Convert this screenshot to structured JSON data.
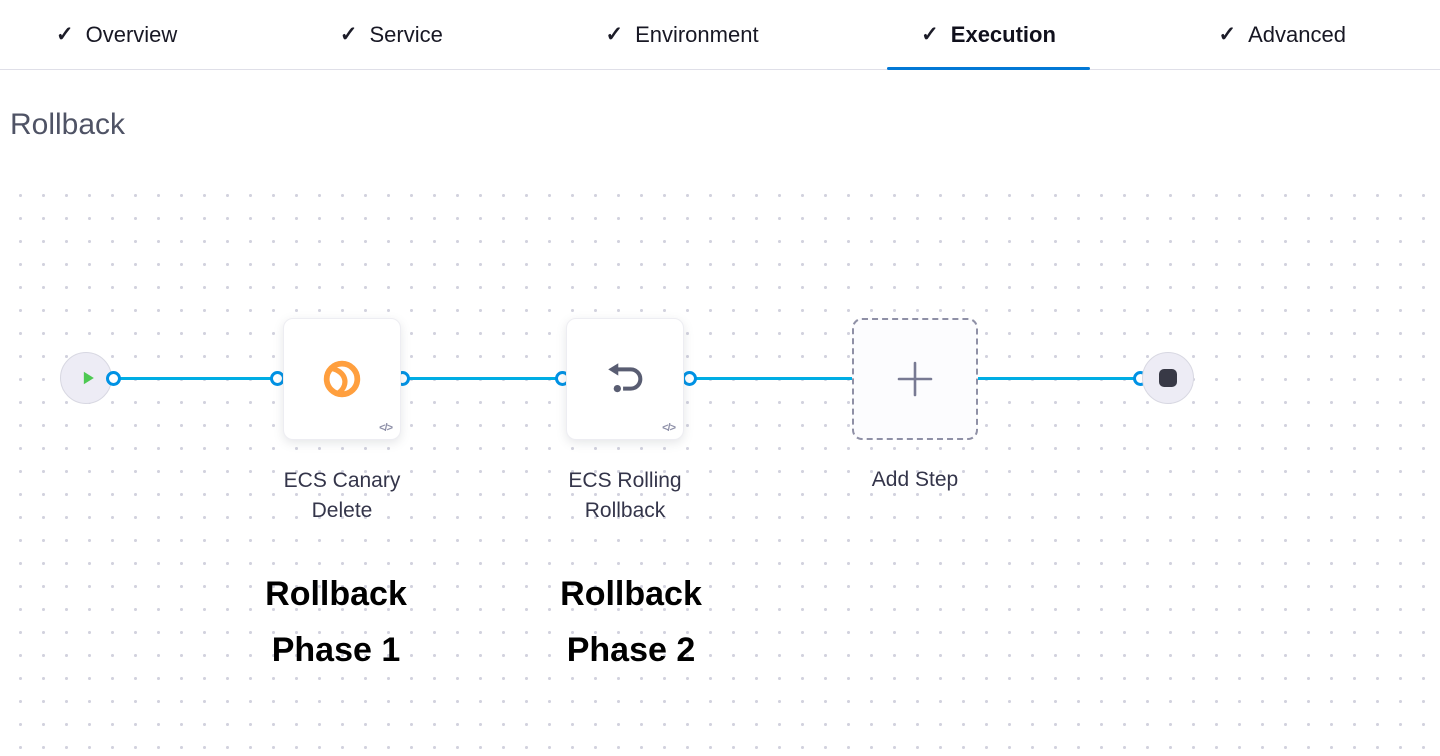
{
  "tabs": [
    {
      "label": "Overview",
      "active": false
    },
    {
      "label": "Service",
      "active": false
    },
    {
      "label": "Environment",
      "active": false
    },
    {
      "label": "Execution",
      "active": true
    },
    {
      "label": "Advanced",
      "active": false
    }
  ],
  "section": {
    "title": "Rollback"
  },
  "icons": {
    "check": "✓",
    "code": "</>"
  },
  "pipeline": {
    "steps": [
      {
        "name": "ECS Canary Delete",
        "label_line1": "ECS Canary",
        "label_line2": "Delete",
        "annotation_line1": "Rollback",
        "annotation_line2": "Phase 1"
      },
      {
        "name": "ECS Rolling Rollback",
        "label_line1": "ECS Rolling",
        "label_line2": "Rollback",
        "annotation_line1": "Rollback",
        "annotation_line2": "Phase 2"
      }
    ],
    "add_step_label": "Add Step"
  },
  "colors": {
    "tab_accent_blue": "#0278d5",
    "connector_blue": "#00ade4",
    "port_ring_blue": "#0092e4",
    "play_green": "#4dc952",
    "canary_orange": "#ff9f3e",
    "end_node_dark": "#383946"
  }
}
